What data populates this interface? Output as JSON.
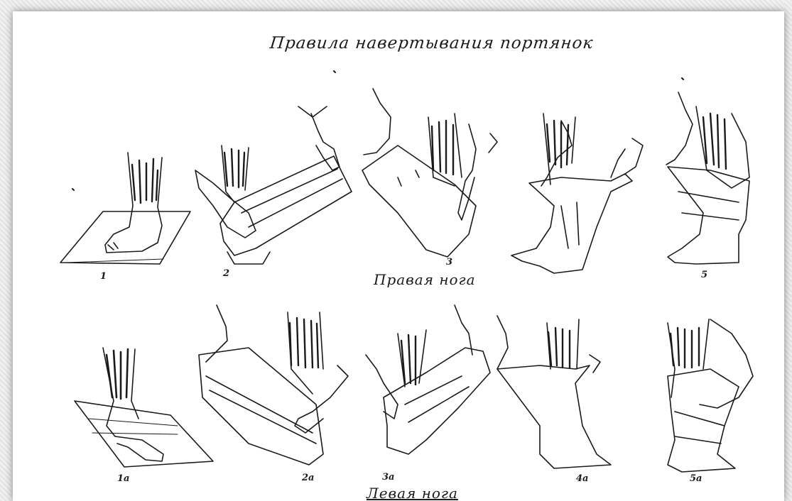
{
  "title": "Правила навертывания портянок",
  "rows": {
    "right_leg": "Правая нога",
    "left_leg": "Левая нога"
  },
  "steps_right": [
    "1",
    "2",
    "3",
    "5"
  ],
  "steps_left": [
    "1a",
    "2a",
    "3a",
    "4a",
    "5a"
  ],
  "colors": {
    "ink": "#1a1a1a",
    "paper": "#ffffff",
    "frame": "#e6e6e6"
  }
}
